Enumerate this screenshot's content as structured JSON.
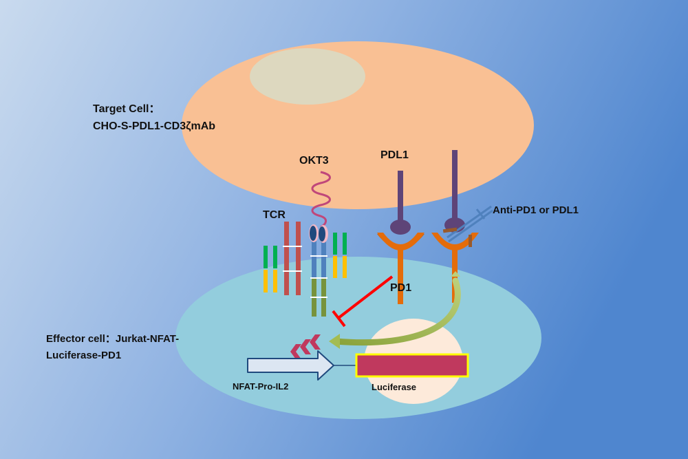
{
  "labels": {
    "target_cell_line1": "Target Cell：",
    "target_cell_line2": "CHO-S-PDL1-CD3ζmAb",
    "okt3": "OKT3",
    "pdl1": "PDL1",
    "tcr": "TCR",
    "anti_pd1": "Anti-PD1 or PDL1",
    "pd1": "PD1",
    "effector_line1": "Effector cell：Jurkat-NFAT-",
    "effector_line2": "Luciferase-PD1",
    "nfat_promoter": "NFAT-Pro-IL2",
    "luciferase": "Luciferase"
  },
  "colors": {
    "background_left": "#c9daee",
    "background_right": "#4f86cf",
    "target_cell": "#f9c094",
    "target_nucleus": "#ddd8bf",
    "effector_cell": "#93cddd",
    "effector_nucleus": "#fdeada",
    "pdl1_stalk": "#5e4478",
    "pd1_receptor": "#e46c0a",
    "tcr_red": "#c0504d",
    "tcr_green": "#00b050",
    "tcr_yellow": "#ffc000",
    "cd3": "#77933c",
    "cd3_blue": "#4f81bd",
    "okt3": "#c0477a",
    "inhibition": "#ff0000",
    "luciferase_bar": "#c0395e",
    "luciferase_border": "#ffff00"
  }
}
